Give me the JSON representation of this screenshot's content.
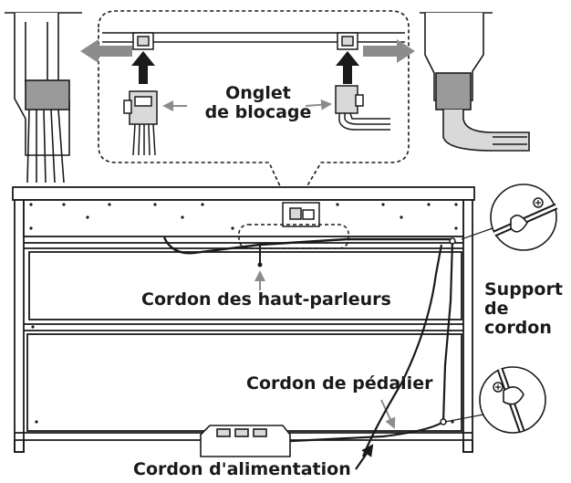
{
  "labels": {
    "locking_tab_line1": "Onglet",
    "locking_tab_line2": "de blocage",
    "speaker_cord": "Cordon des haut-parleurs",
    "cord_support_line1": "Support",
    "cord_support_line2": "de",
    "cord_support_line3": "cordon",
    "pedal_cord": "Cordon de pédalier",
    "power_cord": "Cordon d'alimentation"
  },
  "colors": {
    "stroke": "#1a1a1a",
    "arrow_gray": "#8c8c8c",
    "panel_fill": "#ffffff",
    "connector_fill": "#d9d9d9",
    "bracket_fill": "#9a9a9a"
  }
}
